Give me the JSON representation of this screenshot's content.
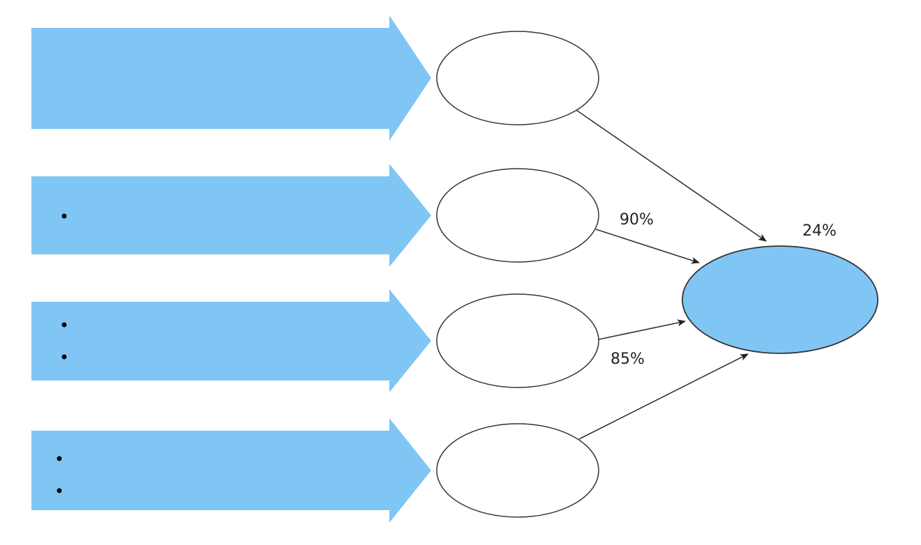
{
  "colors": {
    "arrow_fill": "#80c6f5",
    "result_fill": "#80c6f5",
    "ellipse_fill": "#ffffff",
    "stroke": "#333333",
    "connector": "#333333",
    "label_text": "#222222"
  },
  "rows": [
    {
      "bullets": 0
    },
    {
      "bullets": 1
    },
    {
      "bullets": 2
    },
    {
      "bullets": 2
    }
  ],
  "labels": {
    "row2_to_result": "90%",
    "row3_to_result": "85%",
    "result": "24%"
  }
}
